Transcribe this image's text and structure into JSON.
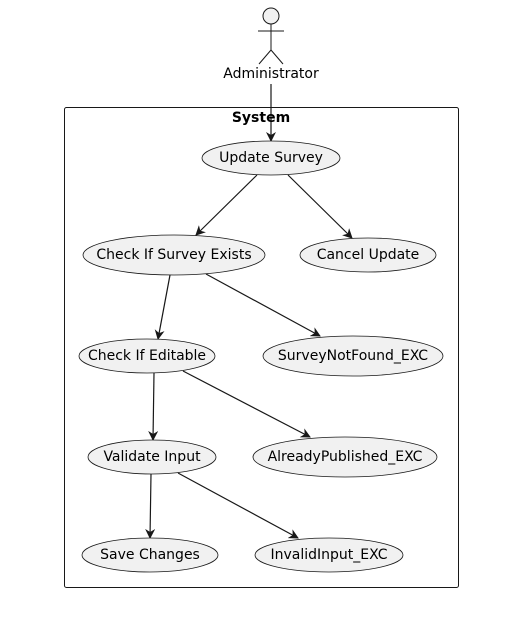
{
  "actor": {
    "name": "Administrator"
  },
  "system": {
    "title": "System"
  },
  "use_cases": [
    {
      "id": "update",
      "label": "Update Survey"
    },
    {
      "id": "check_exists",
      "label": "Check If Survey Exists"
    },
    {
      "id": "cancel",
      "label": "Cancel Update"
    },
    {
      "id": "check_editable",
      "label": "Check If Editable"
    },
    {
      "id": "not_found",
      "label": "SurveyNotFound_EXC"
    },
    {
      "id": "validate",
      "label": "Validate Input"
    },
    {
      "id": "published",
      "label": "AlreadyPublished_EXC"
    },
    {
      "id": "save",
      "label": "Save Changes"
    },
    {
      "id": "invalid",
      "label": "InvalidInput_EXC"
    }
  ],
  "relations": [
    {
      "from": "actor",
      "to": "update"
    },
    {
      "from": "update",
      "to": "check_exists"
    },
    {
      "from": "update",
      "to": "cancel"
    },
    {
      "from": "check_exists",
      "to": "check_editable"
    },
    {
      "from": "check_exists",
      "to": "not_found"
    },
    {
      "from": "check_editable",
      "to": "validate"
    },
    {
      "from": "check_editable",
      "to": "published"
    },
    {
      "from": "validate",
      "to": "save"
    },
    {
      "from": "validate",
      "to": "invalid"
    }
  ],
  "colors": {
    "usecase_fill": "#f1f1f1",
    "stroke": "#181818",
    "background": "#ffffff"
  }
}
